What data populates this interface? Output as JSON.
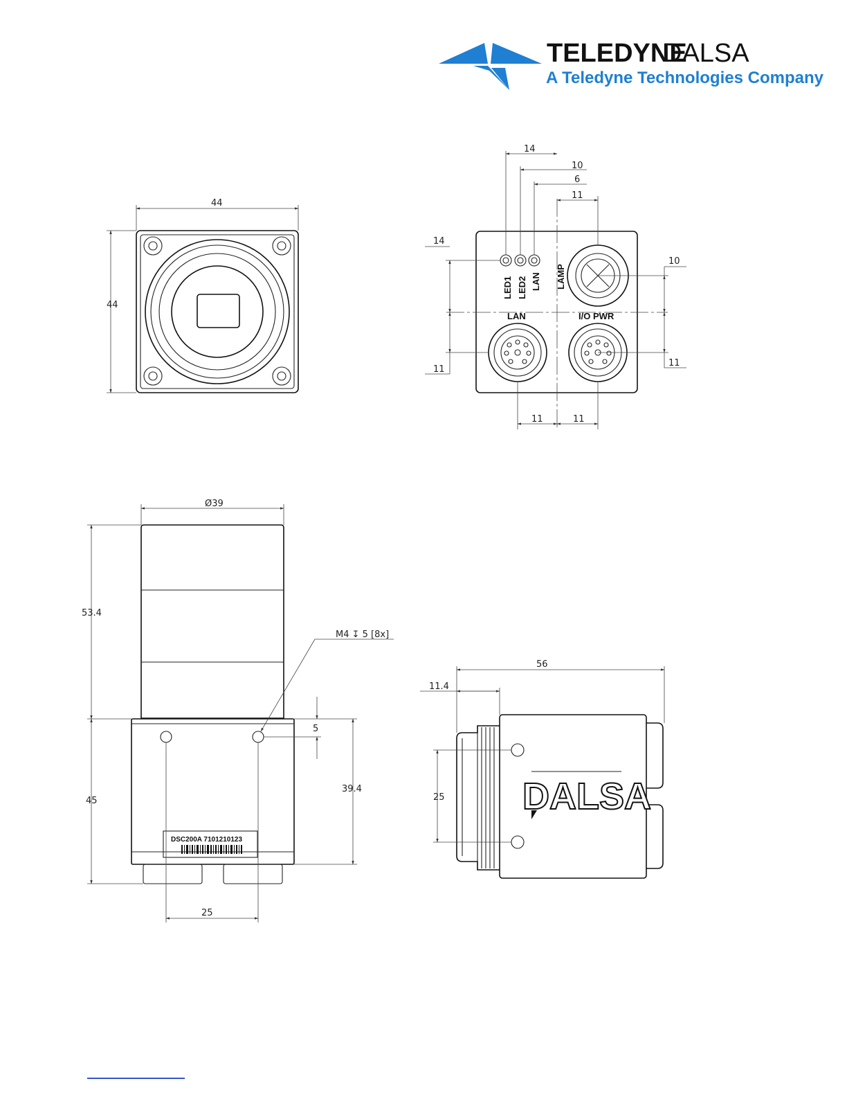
{
  "logo": {
    "company": "TELEDYNE",
    "brand": "DALSA",
    "tagline": "A Teledyne Technologies Company",
    "color": "#1e7fd3"
  },
  "front_view": {
    "width_dim": "44",
    "height_dim": "44"
  },
  "rear_view": {
    "dims_top": [
      "14",
      "10",
      "6",
      "11"
    ],
    "dim_left_top": "14",
    "dim_left_bottom": "11",
    "dim_right_top": "10",
    "dim_right_bottom": "11",
    "dims_bottom": [
      "11",
      "11"
    ],
    "labels": {
      "led1": "LED1",
      "led2": "LED2",
      "lan_led": "LAN",
      "lamp": "LAMP",
      "lan_connector": "LAN",
      "io_pwr": "I/O PWR"
    }
  },
  "top_view": {
    "diameter": "Ø39",
    "lens_length": "53.4",
    "body_length": "45",
    "hole_spacing": "25",
    "hole_offset": "5",
    "body_height": "39.4",
    "thread_note": "M4 ↧ 5 [8x]",
    "serial_label": "DSC200A 7101210123"
  },
  "side_view": {
    "overall_length": "56",
    "front_offset": "11.4",
    "hole_spacing": "25",
    "mark": "DALSA"
  }
}
